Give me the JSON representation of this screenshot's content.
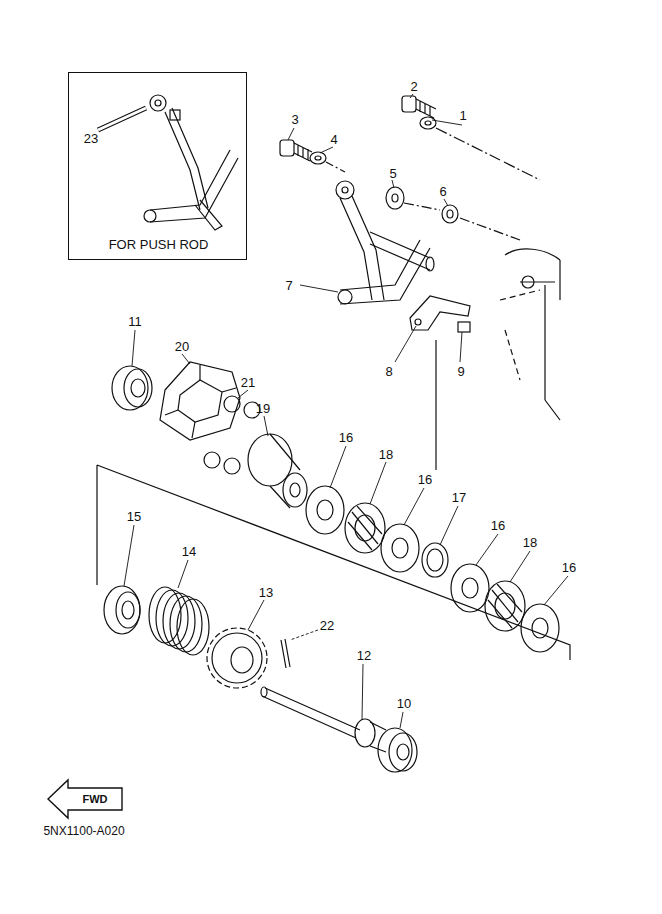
{
  "diagram": {
    "nodes": [
      {
        "text": [
          "FOR PUSH ROD"
        ]
      },
      {
        "text": [
          "FWD"
        ]
      }
    ],
    "labels": [
      "23",
      "1",
      "2",
      "3",
      "4",
      "5",
      "6",
      "7",
      "8",
      "9",
      "11",
      "20",
      "21",
      "19",
      "16",
      "18",
      "16",
      "17",
      "16",
      "18",
      "16",
      "15",
      "14",
      "13",
      "22",
      "12",
      "10",
      "5NX1100-A020"
    ]
  }
}
